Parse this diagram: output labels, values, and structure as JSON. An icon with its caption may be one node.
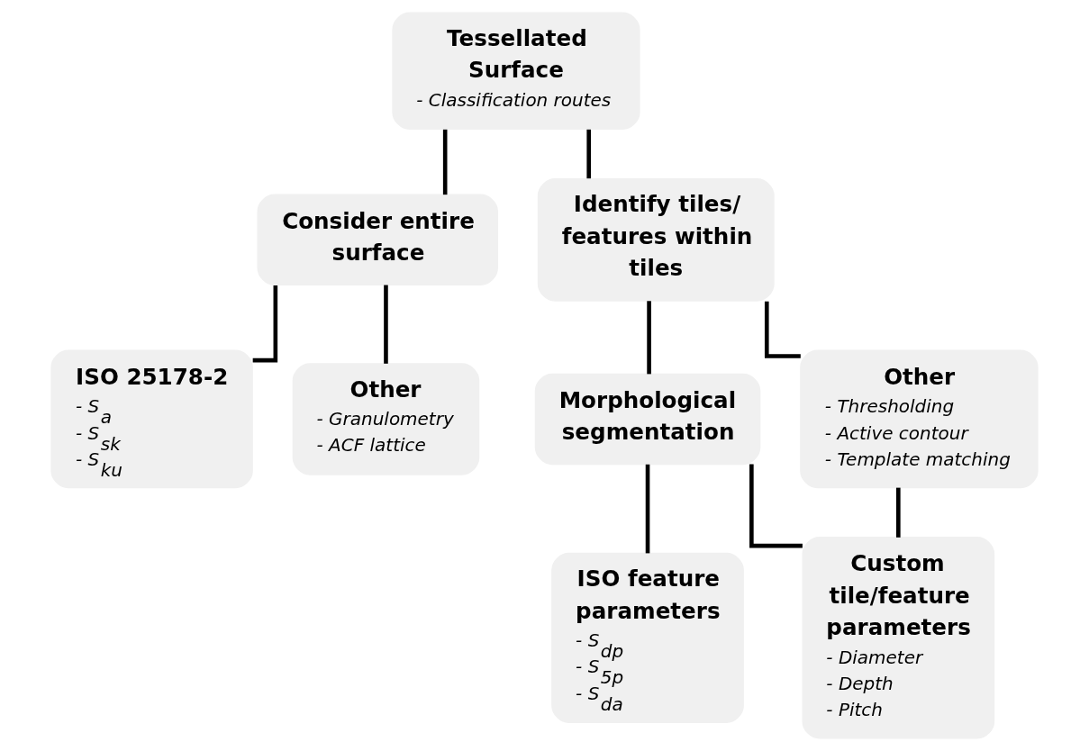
{
  "diagram": {
    "nodes": [
      {
        "text": [
          "Tessellated Surface",
          "- Classification routes"
        ]
      },
      {
        "text": [
          "Consider entire surface"
        ]
      },
      {
        "text": [
          "Identify tiles/ features within tiles"
        ]
      },
      {
        "text": [
          "ISO 25178-2",
          "- S$_{a}$",
          "- S$_{sk}$",
          "- S$_{ku}$"
        ]
      },
      {
        "text": [
          "Other",
          "- Granulometry",
          "- ACF lattice"
        ]
      },
      {
        "text": [
          "Morphological segmentation"
        ]
      },
      {
        "text": [
          "Other",
          "- Thresholding",
          "- Active contour",
          "- Template matching"
        ]
      },
      {
        "text": [
          "ISO feature parameters",
          "- S$_{dp}$",
          "- S$_{5p}$",
          "- S$_{da}$"
        ]
      },
      {
        "text": [
          "Custom tile/feature parameters",
          "- Diameter",
          "- Depth",
          "- Pitch"
        ]
      }
    ],
    "edges": [
      {
        "from": 0,
        "to": 1,
        "arrow": "none"
      },
      {
        "from": 0,
        "to": 2,
        "arrow": "none"
      },
      {
        "from": 1,
        "to": 3,
        "arrow": "none"
      },
      {
        "from": 1,
        "to": 4,
        "arrow": "none"
      },
      {
        "from": 2,
        "to": 5,
        "arrow": "none"
      },
      {
        "from": 2,
        "to": 6,
        "arrow": "none"
      },
      {
        "from": 5,
        "to": 7,
        "arrow": "none"
      },
      {
        "from": 5,
        "to": 8,
        "arrow": "none"
      },
      {
        "from": 6,
        "to": 8,
        "arrow": "none"
      }
    ]
  }
}
